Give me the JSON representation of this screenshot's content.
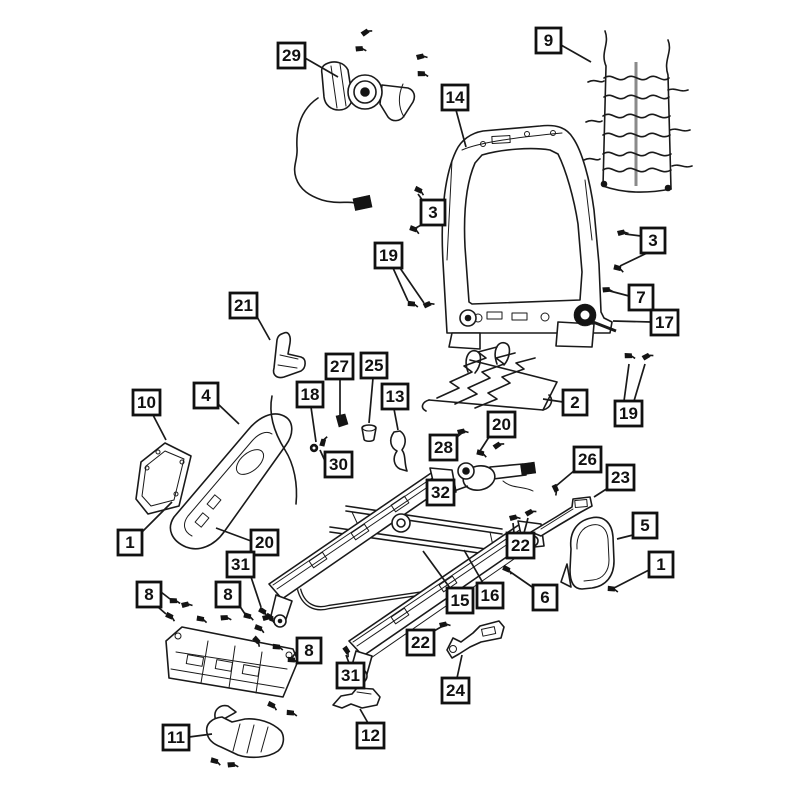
{
  "figure": {
    "type": "exploded-parts-diagram",
    "subject": "vehicle front seat frame and adjuster assembly",
    "background_color": "#ffffff",
    "line_color": "#1a1a1a",
    "callout_box_style": "white square, black border, bold number"
  },
  "callouts": [
    {
      "label": "29"
    },
    {
      "label": "9"
    },
    {
      "label": "14"
    },
    {
      "label": "3"
    },
    {
      "label": "3"
    },
    {
      "label": "7"
    },
    {
      "label": "17"
    },
    {
      "label": "19"
    },
    {
      "label": "21"
    },
    {
      "label": "27"
    },
    {
      "label": "25"
    },
    {
      "label": "10"
    },
    {
      "label": "4"
    },
    {
      "label": "18"
    },
    {
      "label": "13"
    },
    {
      "label": "2"
    },
    {
      "label": "19"
    },
    {
      "label": "20"
    },
    {
      "label": "28"
    },
    {
      "label": "26"
    },
    {
      "label": "23"
    },
    {
      "label": "30"
    },
    {
      "label": "32"
    },
    {
      "label": "22"
    },
    {
      "label": "5"
    },
    {
      "label": "1"
    },
    {
      "label": "1"
    },
    {
      "label": "20"
    },
    {
      "label": "31"
    },
    {
      "label": "8"
    },
    {
      "label": "8"
    },
    {
      "label": "15"
    },
    {
      "label": "16"
    },
    {
      "label": "6"
    },
    {
      "label": "8"
    },
    {
      "label": "31"
    },
    {
      "label": "22"
    },
    {
      "label": "24"
    },
    {
      "label": "11"
    },
    {
      "label": "12"
    }
  ],
  "icons": {
    "screw": "small-dark-fastener",
    "grommet": "dark-ring-clip"
  }
}
